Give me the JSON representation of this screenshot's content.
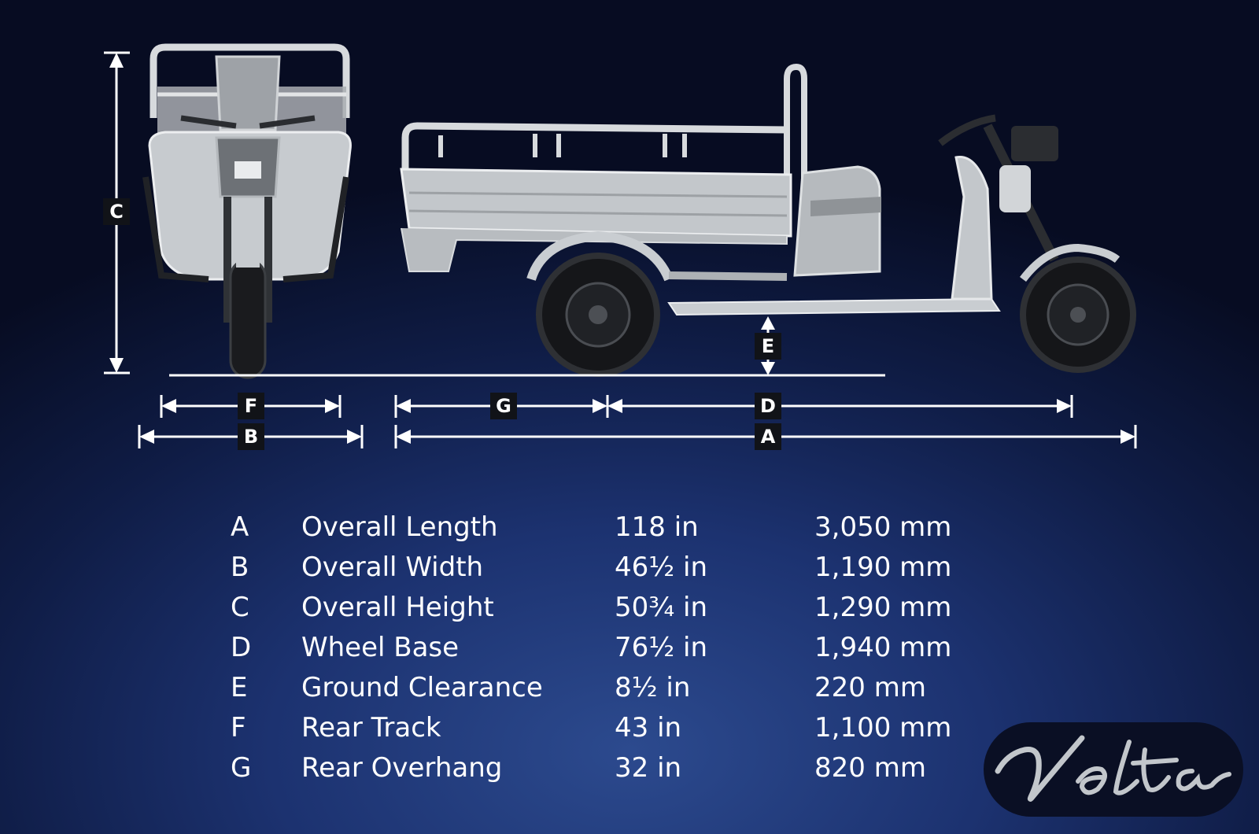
{
  "colors": {
    "background_top": "#070c22",
    "background_glow": "#2c4a8e",
    "line": "#ffffff",
    "badge": "#111318",
    "vehicle": "#c9cdd2"
  },
  "diagram": {
    "labels": {
      "A": "A",
      "B": "B",
      "C": "C",
      "D": "D",
      "E": "E",
      "F": "F",
      "G": "G"
    },
    "views": [
      "front-view",
      "side-view"
    ]
  },
  "specs": [
    {
      "letter": "A",
      "name": "Overall Length",
      "imperial": "118 in",
      "metric": "3,050 mm"
    },
    {
      "letter": "B",
      "name": "Overall Width",
      "imperial": "46½ in",
      "metric": "1,190 mm"
    },
    {
      "letter": "C",
      "name": "Overall Height",
      "imperial": "50¾ in",
      "metric": "1,290 mm"
    },
    {
      "letter": "D",
      "name": "Wheel Base",
      "imperial": "76½ in",
      "metric": "1,940 mm"
    },
    {
      "letter": "E",
      "name": "Ground Clearance",
      "imperial": "8½ in",
      "metric": "220 mm"
    },
    {
      "letter": "F",
      "name": "Rear Track",
      "imperial": "43 in",
      "metric": "1,100 mm"
    },
    {
      "letter": "G",
      "name": "Rear Overhang",
      "imperial": "32 in",
      "metric": "820 mm"
    }
  ],
  "logo": {
    "name": "Volta",
    "icon": "volta-script-logo"
  }
}
